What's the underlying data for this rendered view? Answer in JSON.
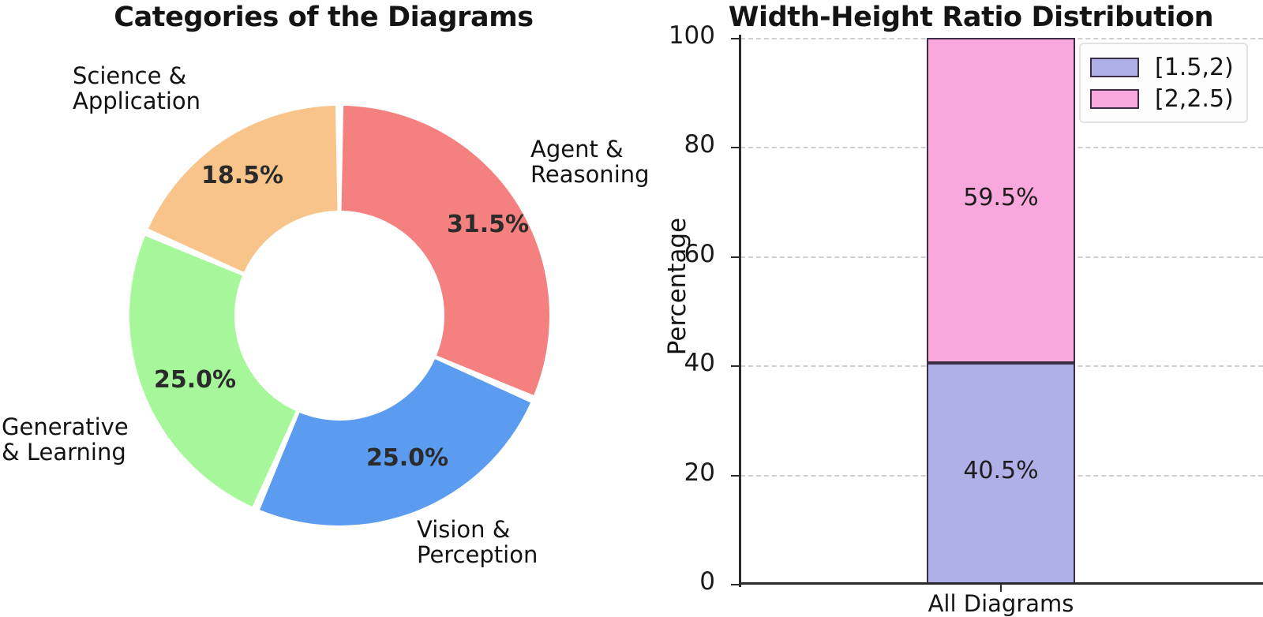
{
  "chart_data": [
    {
      "type": "pie",
      "variant": "donut",
      "title": "Categories of the Diagrams",
      "xlabel": "",
      "ylabel": "",
      "legend": "none",
      "grid": false,
      "categories": [
        "Agent & Reasoning",
        "Vision & Perception",
        "Generative & Learning",
        "Science & Application"
      ],
      "values": [
        31.5,
        25.0,
        25.0,
        18.5
      ],
      "value_labels": [
        "31.5%",
        "25.0%",
        "25.0%",
        "18.5%"
      ],
      "colors": [
        "#F58080",
        "#5B9BF0",
        "#A6F79A",
        "#F8C48A"
      ],
      "start_angle_deg": 90,
      "direction": "clockwise",
      "inner_radius_ratio": 0.5,
      "slices": [
        {
          "name": "Agent & Reasoning",
          "value": 31.5,
          "value_label": "31.5%",
          "color": "#F58080",
          "label_line1": "Agent &",
          "label_line2": "Reasoning"
        },
        {
          "name": "Vision & Perception",
          "value": 25.0,
          "value_label": "25.0%",
          "color": "#5B9BF0",
          "label_line1": "Vision &",
          "label_line2": "Perception"
        },
        {
          "name": "Generative & Learning",
          "value": 25.0,
          "value_label": "25.0%",
          "color": "#A6F79A",
          "label_line1": "Generative",
          "label_line2": "& Learning"
        },
        {
          "name": "Science & Application",
          "value": 18.5,
          "value_label": "18.5%",
          "color": "#F8C48A",
          "label_line1": "Science &",
          "label_line2": "Application"
        }
      ]
    },
    {
      "type": "bar",
      "variant": "stacked",
      "title": "Width-Height Ratio Distribution",
      "xlabel": "",
      "ylabel": "Percentage",
      "categories": [
        "All Diagrams"
      ],
      "ylim": [
        0,
        100
      ],
      "yticks": [
        0,
        20,
        40,
        60,
        80,
        100
      ],
      "ytick_labels": [
        "0",
        "20",
        "40",
        "60",
        "80",
        "100"
      ],
      "grid": true,
      "grid_axis": "y",
      "legend_position": "upper right",
      "series": [
        {
          "name": "[1.5,2)",
          "values": [
            40.5
          ],
          "value_labels": [
            "40.5%"
          ],
          "color": "#B0B0E8"
        },
        {
          "name": "[2,2.5)",
          "values": [
            59.5
          ],
          "value_labels": [
            "59.5%"
          ],
          "color": "#F8A8DC"
        }
      ]
    }
  ],
  "donut": {
    "title": "Categories of the Diagrams"
  },
  "bar": {
    "title": "Width-Height Ratio Distribution",
    "ylabel": "Percentage",
    "xtick_label": "All Diagrams"
  },
  "colors": {
    "slice_agent": "#F58080",
    "slice_vision": "#5B9BF0",
    "slice_generative": "#A6F79A",
    "slice_science": "#F8C48A",
    "bar_lower": "#B0B0E8",
    "bar_upper": "#F8A8DC",
    "bar_edge": "#3b2d45",
    "axis": "#2a2a2a",
    "grid": "#cfcfcf",
    "text": "#141414",
    "background": "#ffffff"
  }
}
